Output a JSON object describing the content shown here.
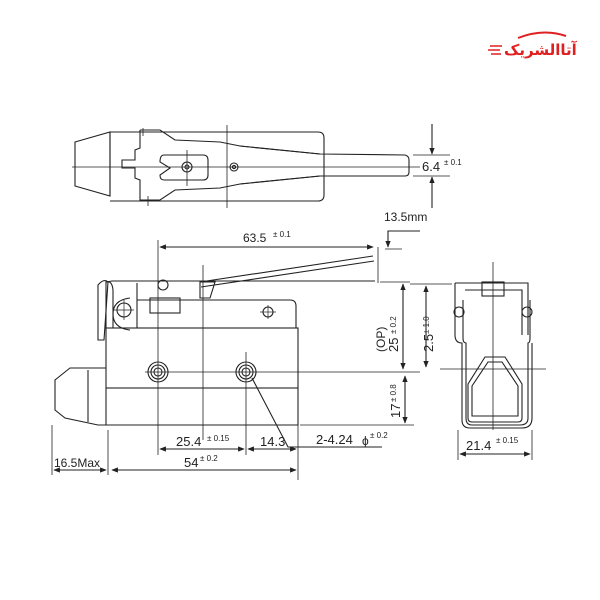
{
  "logo": {
    "text": "آتاالشریک",
    "color": "#e02020"
  },
  "drawing": {
    "line_color": "#222222",
    "top_view": {
      "lever_width": "6.4",
      "lever_width_tol": "± 0.1"
    },
    "side_view": {
      "lever_length": "63.5",
      "lever_length_tol": "± 0.1",
      "actuator_travel": "13.5mm",
      "operating_position_label": "(OP)",
      "operating_position": "25",
      "operating_position_tol": "± 0.2",
      "mount_height": "17",
      "mount_height_tol": "± 0.8",
      "hole_spacing": "25.4",
      "hole_spacing_tol": "± 0.15",
      "hole_offset": "14.3",
      "mount_holes": "2-4.24",
      "mount_holes_symbol": "ϕ",
      "mount_holes_tol": "± 0.2",
      "body_length": "54",
      "body_length_tol": "± 0.2",
      "plunger_max": "16.5Max"
    },
    "end_view": {
      "height": "2.5",
      "height_tol": "± 1.0",
      "width": "21.4",
      "width_tol": "± 0.15"
    }
  }
}
